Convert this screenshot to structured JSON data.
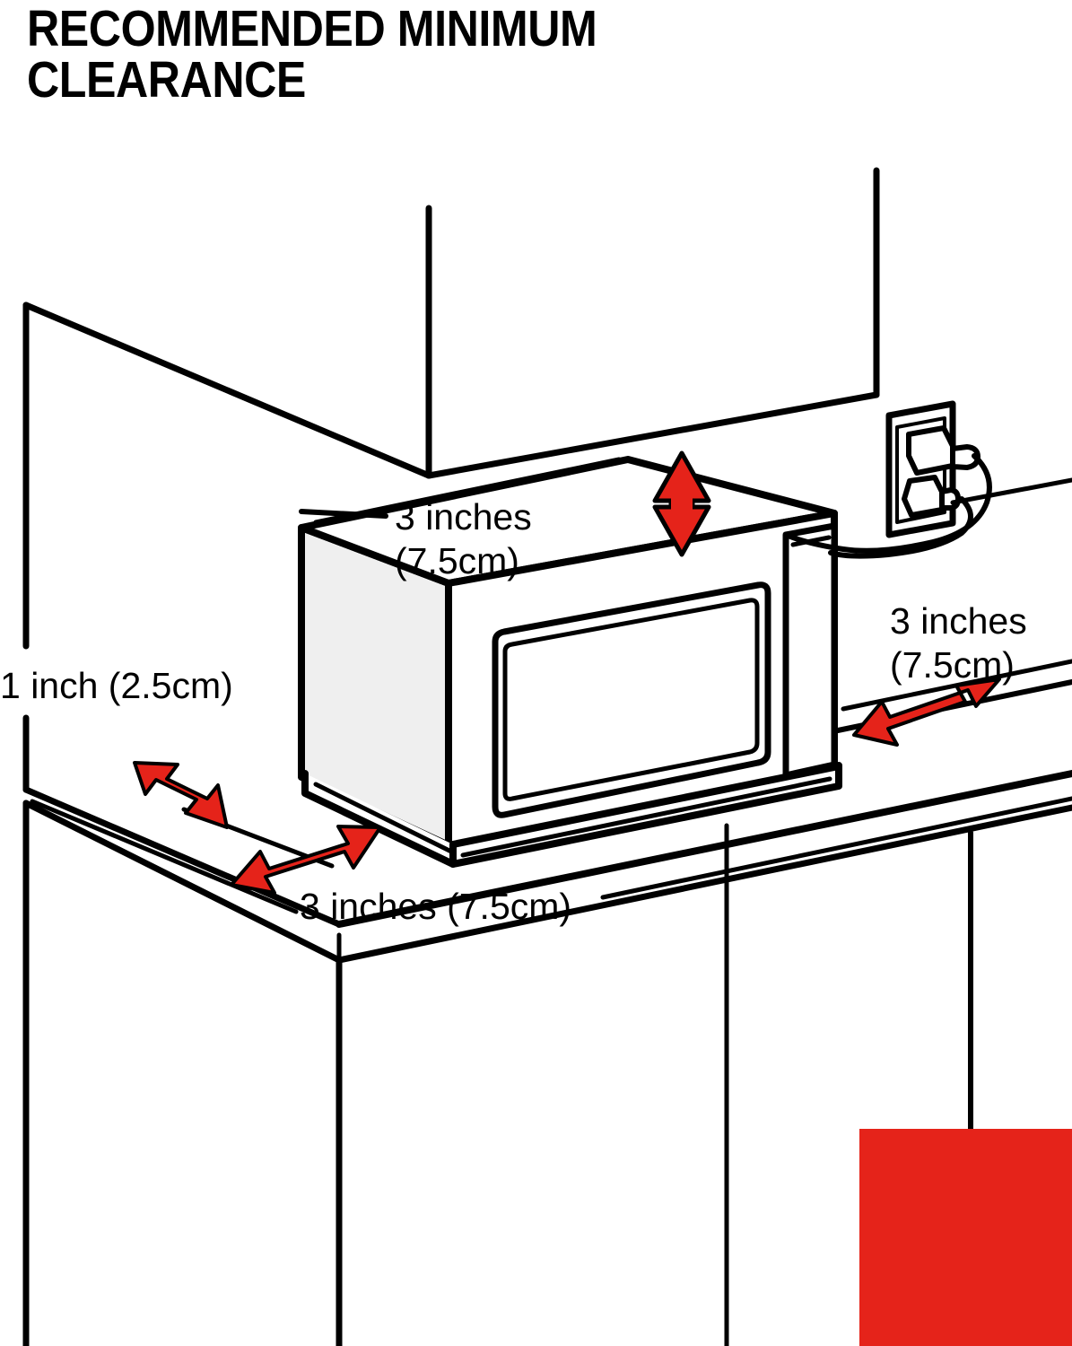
{
  "title": {
    "text": "RECOMMENDED MINIMUM\nCLEARANCE"
  },
  "colors": {
    "line": "#000000",
    "arrow_red": "#E5231A",
    "arrow_red_shadow": "#B01109",
    "appliance_side_fill": "#EFEFEF",
    "background": "#FFFFFF",
    "red_block": "#E5231A"
  },
  "labels": {
    "top_clearance": "3 inches\n(7.5cm)",
    "left_clearance": "1 inch (2.5cm)",
    "right_clearance": "3 inches\n(7.5cm)",
    "front_clearance": "3 inches (7.5cm)"
  },
  "elements": {
    "upper_cabinet": "upper-cabinet",
    "back_wall": "back-wall",
    "countertop": "countertop",
    "lower_cabinet": "lower-cabinet",
    "microwave": "microwave-oven",
    "microwave_door_window": "microwave-door-window",
    "microwave_control_panel": "microwave-control-panel",
    "wall_outlet": "wall-outlet",
    "power_plug_upper": "power-plug-upper",
    "power_plug_lower": "power-plug-lower",
    "power_cord": "power-cord",
    "red_block": "red-color-block"
  },
  "arrows": [
    {
      "name": "arrow-top-vertical",
      "direction": "vertical-double",
      "measures": "top_clearance"
    },
    {
      "name": "arrow-right-diagonal",
      "direction": "diagonal-double-up-right",
      "measures": "right_clearance"
    },
    {
      "name": "arrow-left-rear-diagonal",
      "direction": "diagonal-double-up-left",
      "measures": "left_clearance"
    },
    {
      "name": "arrow-front-diagonal",
      "direction": "diagonal-double-up-right",
      "measures": "front_clearance"
    }
  ]
}
